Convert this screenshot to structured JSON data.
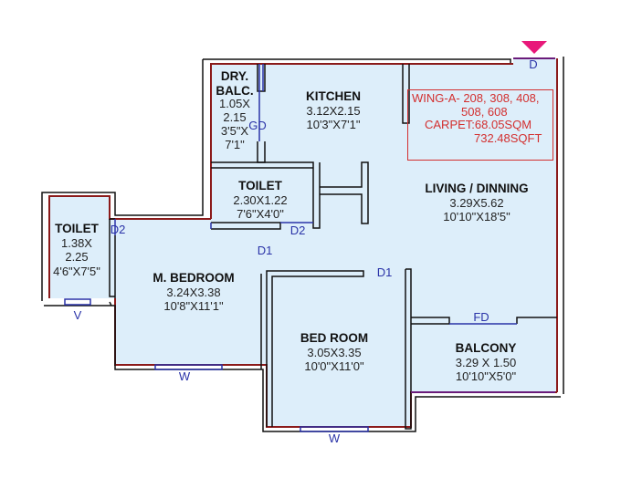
{
  "colors": {
    "room_fill": "#ddeefa",
    "wall_line": "#111111",
    "inner_red": "#8b1a1a",
    "door_text": "#2a33a8",
    "info_red": "#d32f2f",
    "entry_marker": "#e8197a"
  },
  "info_box": {
    "line1": "WING-A-  208, 308, 408,",
    "line2": "508, 608",
    "line3": "CARPET:68.05SQM",
    "line4": "732.48SQFT"
  },
  "rooms": {
    "dry_balcony": {
      "name_1": "DRY.",
      "name_2": "BALC.",
      "dim_1": "1.05X",
      "dim_2": "2.15",
      "dim_3": "3'5\"X",
      "dim_4": "7'1\""
    },
    "kitchen": {
      "name": "KITCHEN",
      "metric": "3.12X2.15",
      "imperial": "10'3\"X7'1\""
    },
    "toilet_common": {
      "name": "TOILET",
      "metric": "2.30X1.22",
      "imperial": "7'6\"X4'0\""
    },
    "living_dining": {
      "name": "LIVING / DINNING",
      "metric": "3.29X5.62",
      "imperial": "10'10\"X18'5\""
    },
    "toilet_master": {
      "name": "TOILET",
      "metric_1": "1.38X",
      "metric_2": "2.25",
      "imperial": "4'6\"X7'5\""
    },
    "master_bedroom": {
      "name": "M. BEDROOM",
      "metric": "3.24X3.38",
      "imperial": "10'8\"X11'1\""
    },
    "bedroom": {
      "name": "BED ROOM",
      "metric": "3.05X3.35",
      "imperial": "10'0\"X11'0\""
    },
    "balcony": {
      "name": "BALCONY",
      "metric": "3.29 X 1.50",
      "imperial": "10'10\"X5'0\""
    }
  },
  "openings": {
    "main_door": "D",
    "gd": "GD",
    "d2_master_toilet": "D2",
    "d2_common_toilet": "D2",
    "d1_master": "D1",
    "d1_bedroom": "D1",
    "fd": "FD",
    "v": "V",
    "w_master": "W",
    "w_bedroom": "W"
  }
}
